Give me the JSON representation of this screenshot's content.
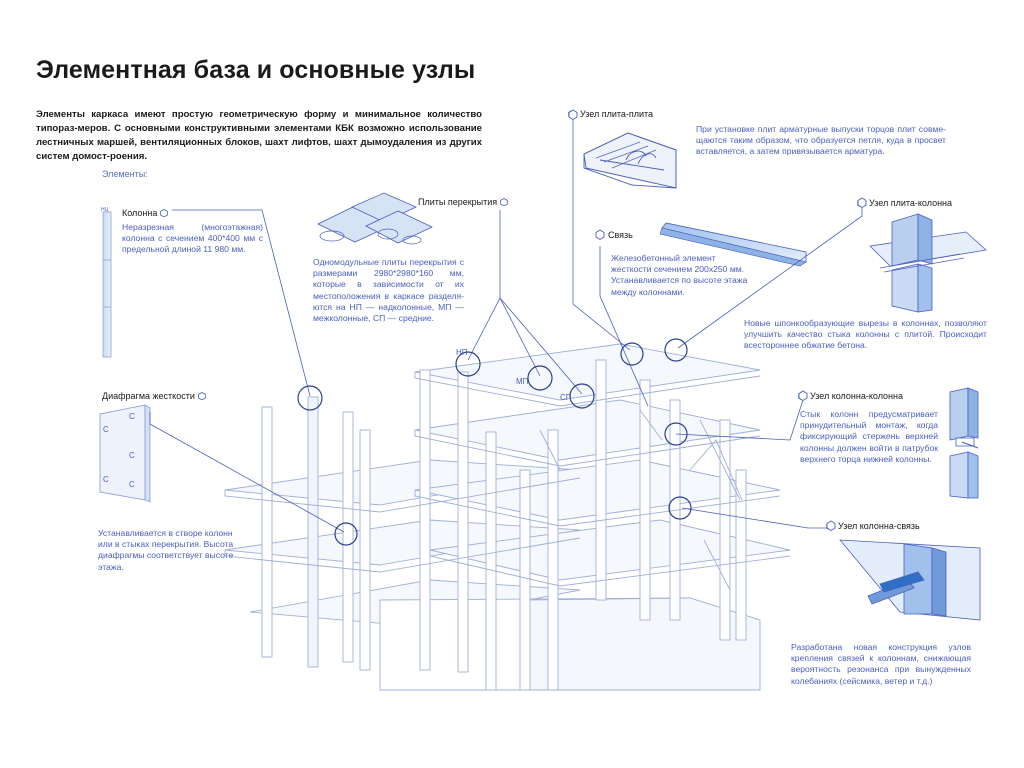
{
  "title": "Элементная база и основные узлы",
  "intro": "Элементы каркаса имеют простую геометрическую форму и минимальное количество типораз-меров. С основными конструктивными элементами КБК возможно использование лестничных маршей, вентиляционных блоков, шахт лифтов, шахт дымоудаления из других систем домост-роения.",
  "elements_label": "Элементы:",
  "column": {
    "title": "Колонна",
    "desc": "Неразрезная (многоэтажная) колонна с сечением 400*400 мм с предельной длиной 11 980 мм."
  },
  "slabs": {
    "title": "Плиты перекрытия",
    "desc": "Одномодульные плиты перекрытия с размерами 2980*2980*160 мм, которые в зависимости от их местоположения в каркасе разделя-ются на НП — надколонные, МП — межколонные, СП — средние.",
    "tags": [
      "НП",
      "МП",
      "СП"
    ]
  },
  "diaphragm": {
    "title": "Диафрагма жесткости",
    "desc": "Устанавливается в створе колонн или в стыках перекрытия. Высота диафрагмы соответствует высоте этажа.",
    "marks": [
      "С",
      "С",
      "С",
      "С"
    ]
  },
  "node_slab_slab": {
    "title": "Узел плита-плита",
    "desc": "При установке плит арматурные выпуски торцов плит совме-щаются таким образом, что образуется петля, куда в просвет вставляется, а затем привязывается арматура."
  },
  "brace": {
    "title": "Связь",
    "desc": "Железобетонный элемент жесткости сечением 200х250 мм. Устанавливается по высоте этажа между колоннами."
  },
  "node_slab_column": {
    "title": "Узел плита-колонна",
    "desc": "Новые шпонкообразующие вырезы в колоннах, позволяют улучшить качество стыка колонны с плитой. Происходит всестороннее обжатие бетона."
  },
  "node_column_column": {
    "title": "Узел колонна-колонна",
    "desc": "Стык колонн предусматривает принудительный монтаж, когда фиксирующий стержень верхней колонны должен войти в патрубок верхнего торца нижней колонны."
  },
  "node_column_brace": {
    "title": "Узел колонна-связь",
    "desc": "Разработана новая конструкция узлов крепления связей к колоннам, снижающая вероятность резонанса при вынужденных колебаниях (сейсмика, ветер и т.д.)"
  },
  "colors": {
    "ink": "#1a1a1a",
    "accent": "#4a5fbf",
    "line": "#9fb0d8",
    "fill_light": "#dfe9f6",
    "fill_mid": "#b9cfee"
  },
  "icons": [
    "hexagon-icon"
  ]
}
